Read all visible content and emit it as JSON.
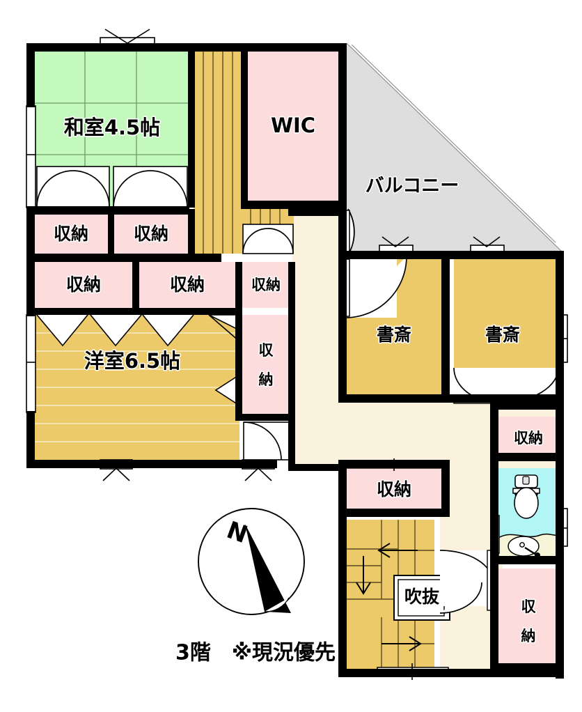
{
  "meta": {
    "floor_caption": "3階　※現況優先",
    "compass_label": "N"
  },
  "colors": {
    "wall": "#000000",
    "tatami_green": "#c3f9bc",
    "closet_pink": "#fcdcdc",
    "room_yellow": "#ecca6a",
    "hall_cream": "#faf2dd",
    "balcony_gray": "#dedede",
    "water_cyan": "#b2f5f5",
    "vanity_cream": "#f7f5d8",
    "white": "#ffffff"
  },
  "rooms": [
    {
      "id": "washitsu",
      "label": "和室4.5帖",
      "type": "tatami",
      "size": "4.5帖"
    },
    {
      "id": "wic",
      "label": "WIC",
      "type": "closet"
    },
    {
      "id": "balcony",
      "label": "バルコニー",
      "type": "balcony"
    },
    {
      "id": "yoshitsu",
      "label": "洋室6.5帖",
      "type": "room",
      "size": "6.5帖"
    },
    {
      "id": "study-left",
      "label": "書斎",
      "type": "room"
    },
    {
      "id": "study-right",
      "label": "書斎",
      "type": "room"
    },
    {
      "id": "fukinuke",
      "label": "吹抜",
      "type": "void"
    }
  ],
  "closets": [
    {
      "id": "closet-a",
      "label": "収納"
    },
    {
      "id": "closet-b",
      "label": "収納"
    },
    {
      "id": "closet-c",
      "label": "収納"
    },
    {
      "id": "closet-d",
      "label": "収納"
    },
    {
      "id": "closet-e",
      "label": "収納"
    },
    {
      "id": "closet-f",
      "label": "収納"
    },
    {
      "id": "closet-g",
      "label": "収納"
    },
    {
      "id": "closet-h",
      "label": "収納"
    },
    {
      "id": "closet-i",
      "label": "収納"
    }
  ],
  "fixtures": [
    {
      "id": "toilet",
      "name": "toilet-fixture"
    },
    {
      "id": "vanity",
      "name": "sink-fixture"
    }
  ],
  "stairs": {
    "up_arrow": "→",
    "down_arrow": "↓",
    "turn_arrow": "←"
  }
}
